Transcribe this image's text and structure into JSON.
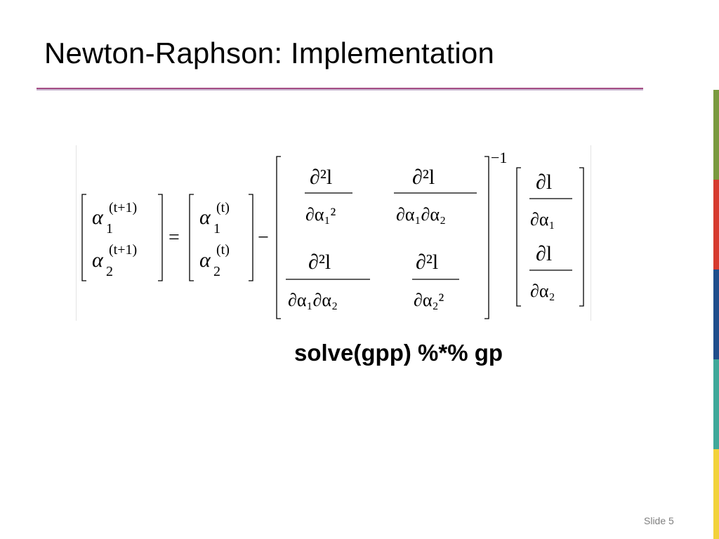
{
  "slide": {
    "title": "Newton-Raphson: Implementation",
    "code": "solve(gpp) %*% gp",
    "slide_number": "Slide 5"
  },
  "equation": {
    "lhs": [
      {
        "symbol": "α",
        "subscript": "1",
        "superscript": "(t+1)"
      },
      {
        "symbol": "α",
        "subscript": "2",
        "superscript": "(t+1)"
      }
    ],
    "equals": "=",
    "current": [
      {
        "symbol": "α",
        "subscript": "1",
        "superscript": "(t)"
      },
      {
        "symbol": "α",
        "subscript": "2",
        "superscript": "(t)"
      }
    ],
    "minus": "−",
    "hessian": {
      "numerator": "∂²l",
      "cells": [
        [
          "∂α₁²",
          "∂α₁∂α₂"
        ],
        [
          "∂α₁∂α₂",
          "∂α₂²"
        ]
      ],
      "inverse": "−1"
    },
    "gradient": {
      "numerator": "∂l",
      "denominators": [
        "∂α₁",
        "∂α₂"
      ]
    }
  },
  "colors": {
    "title_rule": "#a44d84",
    "title_rule_light": "#c9b6cf",
    "stripe": [
      "#ffffff",
      "#7a9a3e",
      "#d63a2e",
      "#1f4e8c",
      "#3fa89a",
      "#f2d23a"
    ]
  }
}
